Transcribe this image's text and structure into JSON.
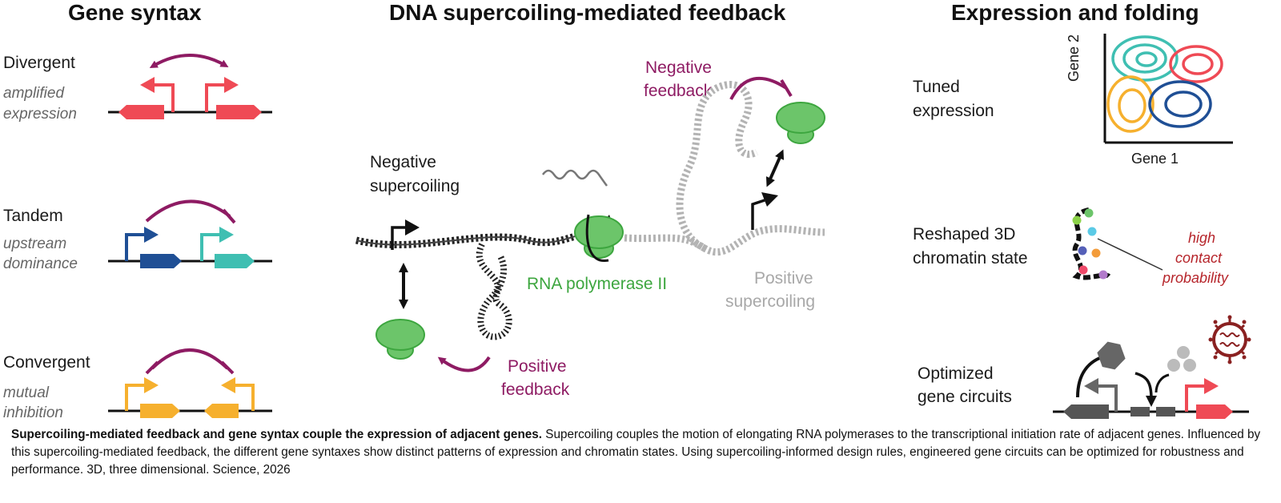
{
  "headings": {
    "gene_syntax": "Gene syntax",
    "feedback": "DNA supercoiling-mediated feedback",
    "expression_folding": "Expression and folding"
  },
  "syntax": {
    "divergent": "Divergent",
    "divergent_sub1": "amplified",
    "divergent_sub2": "expression",
    "tandem": "Tandem",
    "tandem_sub1": "upstream",
    "tandem_sub2": "dominance",
    "convergent": "Convergent",
    "convergent_sub1": "mutual",
    "convergent_sub2": "inhibition"
  },
  "middle": {
    "negative_supercoiling1": "Negative",
    "negative_supercoiling2": "supercoiling",
    "negative_feedback1": "Negative",
    "negative_feedback2": "feedback",
    "rna_pol": "RNA polymerase II",
    "positive_supercoiling1": "Positive",
    "positive_supercoiling2": "supercoiling",
    "positive_feedback1": "Positive",
    "positive_feedback2": "feedback"
  },
  "right": {
    "tuned1": "Tuned",
    "tuned2": "expression",
    "gene2": "Gene 2",
    "gene1": "Gene 1",
    "reshaped1": "Reshaped 3D",
    "reshaped2": "chromatin state",
    "contact1": "high",
    "contact2": "contact",
    "contact3": "probability",
    "optimized1": "Optimized",
    "optimized2": "gene circuits"
  },
  "caption": {
    "bold": "Supercoiling-mediated feedback and gene syntax couple the expression of adjacent genes.",
    "text": " Supercoiling couples the motion of elongating RNA polymerases to the transcriptional initiation rate of adjacent genes. Influenced by this supercoiling-mediated feedback, the different gene syntaxes show distinct patterns of expression and chromatin states. Using supercoiling-informed design rules, engineered gene circuits can be optimized for robustness and performance. 3D, three dimensional. Science, 2026"
  },
  "colors": {
    "red": "#ef4a55",
    "magenta": "#8e1b63",
    "navy": "#1f4f95",
    "teal": "#3fbfb2",
    "orange": "#f6b02e",
    "green": "#6cc56a",
    "dark_green": "#3da63f",
    "grey": "#a8a8a8"
  }
}
